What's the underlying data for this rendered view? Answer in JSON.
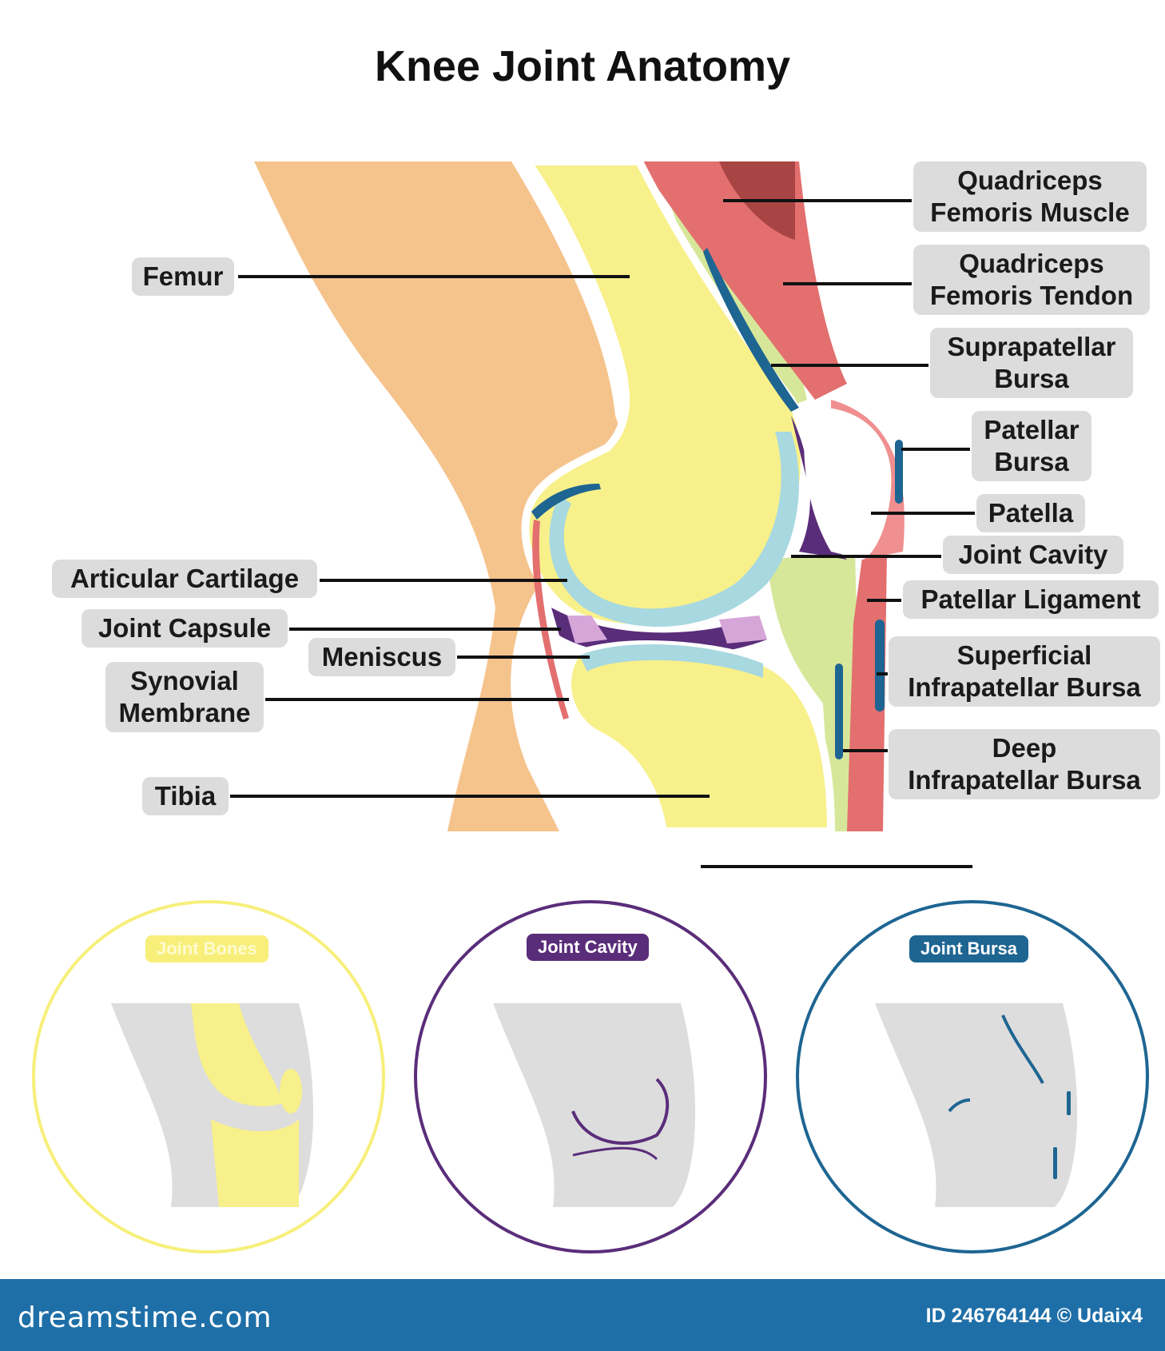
{
  "title": "Knee Joint Anatomy",
  "labels": {
    "femur": "Femur",
    "articular_cartilage": "Articular Cartilage",
    "joint_capsule": "Joint Capsule",
    "meniscus": "Meniscus",
    "synovial_membrane": [
      "Synovial",
      "Membrane"
    ],
    "tibia": "Tibia",
    "quadriceps_muscle": [
      "Quadriceps",
      "Femoris Muscle"
    ],
    "quadriceps_tendon": [
      "Quadriceps",
      "Femoris Tendon"
    ],
    "suprapatellar_bursa": [
      "Suprapatellar",
      "Bursa"
    ],
    "patellar_bursa": [
      "Patellar",
      "Bursa"
    ],
    "patella": "Patella",
    "joint_cavity": "Joint Cavity",
    "patellar_ligament": "Patellar Ligament",
    "superficial_bursa": [
      "Superficial",
      "Infrapatellar Bursa"
    ],
    "deep_bursa": [
      "Deep",
      "Infrapatellar Bursa"
    ]
  },
  "insets": [
    {
      "label": "Joint Bones",
      "color": "#f7ef7a"
    },
    {
      "label": "Joint Cavity",
      "color": "#5a2d7a"
    },
    {
      "label": "Joint Bursa",
      "color": "#1e6592"
    }
  ],
  "footer": {
    "brand": "dreamstime.com",
    "credit": "ID 246764144 © Udaix4"
  },
  "colors": {
    "skin": "#f5c38c",
    "bone": "#f8f08a",
    "cartilage": "#a8d8e0",
    "cavity": "#5a2d7a",
    "muscle": "#e36f6f",
    "bursa": "#1e6592",
    "fat": "#d7e79a"
  }
}
